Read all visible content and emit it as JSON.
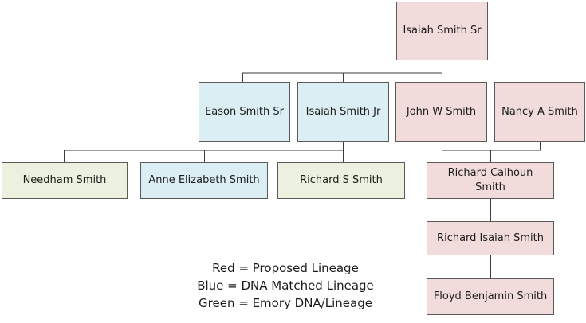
{
  "people": {
    "isaiah_sr": "Isaiah Smith Sr",
    "eason_sr": "Eason Smith Sr",
    "isaiah_jr": "Isaiah Smith Jr",
    "john_w": "John W Smith",
    "nancy_a": "Nancy A Smith",
    "needham": "Needham Smith",
    "anne_elizabeth": "Anne Elizabeth Smith",
    "richard_s": "Richard S Smith",
    "richard_calhoun": "Richard Calhoun Smith",
    "richard_isaiah": "Richard Isaiah Smith",
    "floyd_benjamin": "Floyd Benjamin Smith"
  },
  "legend": {
    "red": "Red = Proposed Lineage",
    "blue": "Blue = DNA Matched Lineage",
    "green": "Green = Emory DNA/Lineage"
  },
  "colors": {
    "proposed_lineage": "#f2dcdb",
    "dna_matched_lineage": "#dbeef3",
    "emory_dna_lineage": "#ebf1de",
    "border": "#5a5a5a"
  }
}
